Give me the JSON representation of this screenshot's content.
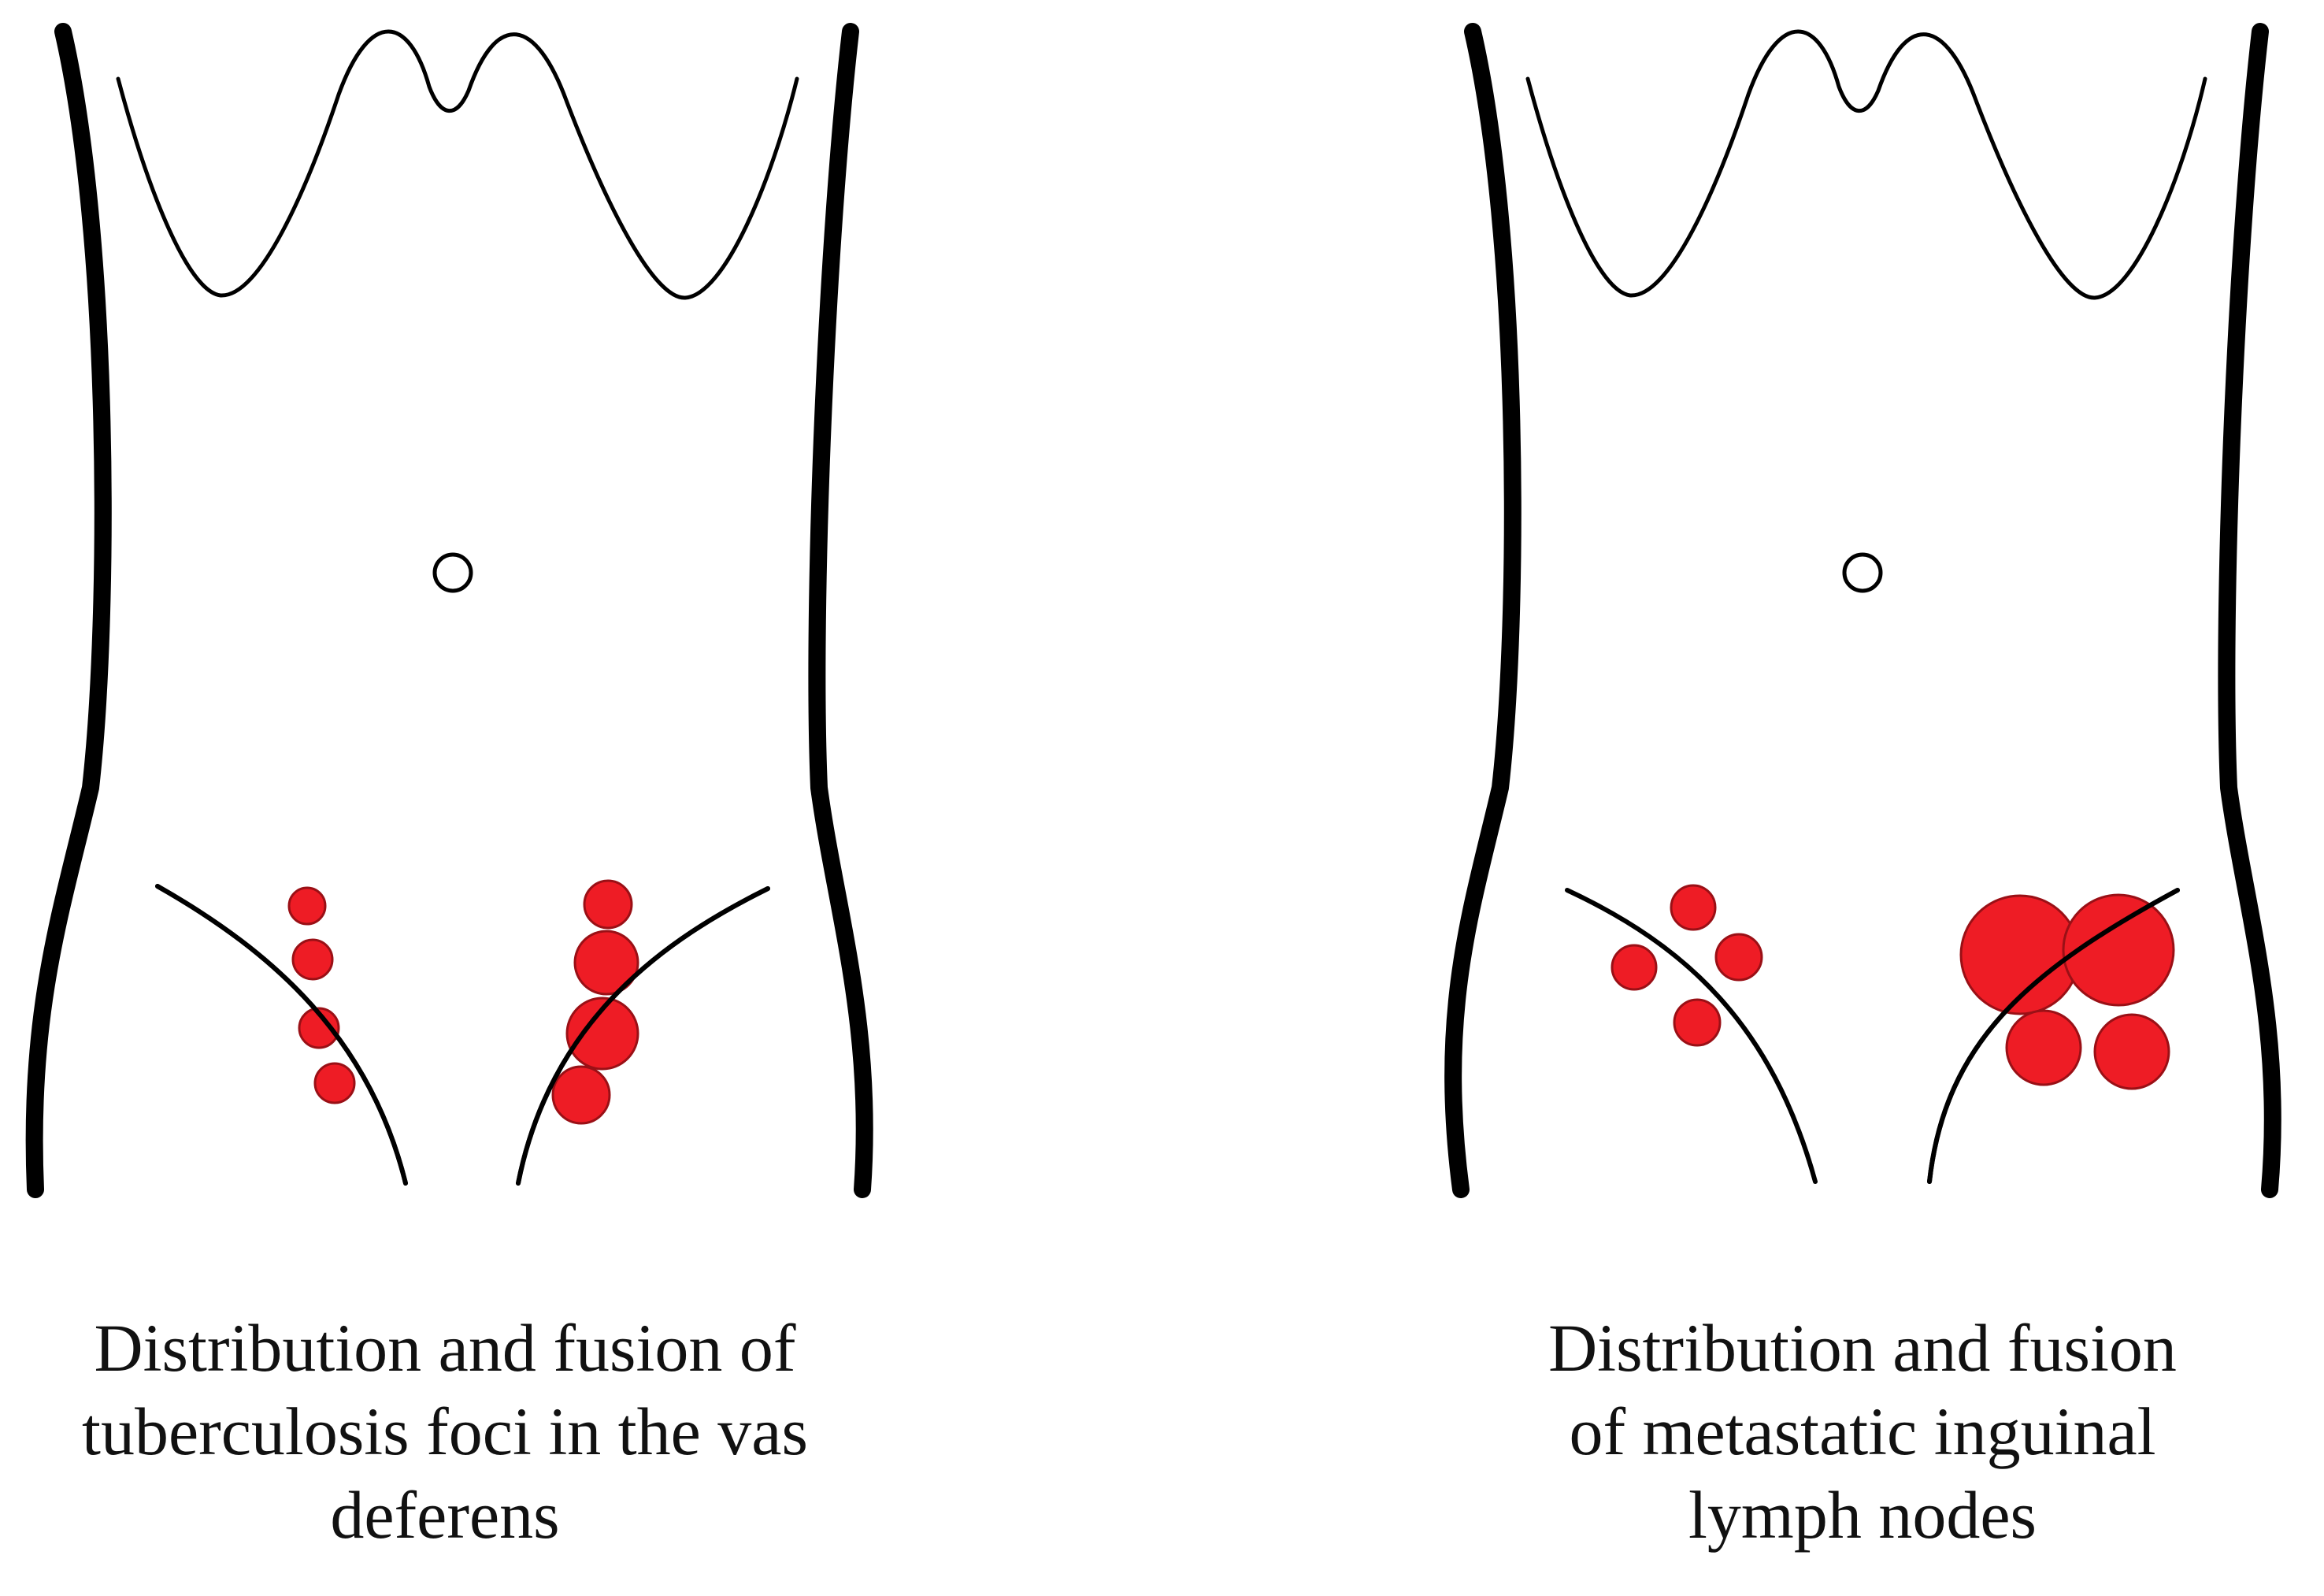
{
  "panels": [
    {
      "id": "left",
      "caption_lines": [
        "Distribution and fusion of",
        "tuberculosis foci in the vas",
        "deferens"
      ]
    },
    {
      "id": "right",
      "caption_lines": [
        "Distribution and fusion",
        "of metastatic inguinal",
        "lymph nodes"
      ]
    }
  ],
  "colors": {
    "outline": "#000000",
    "lesion_fill": "#ee1c25",
    "lesion_stroke": "#9a1016"
  }
}
